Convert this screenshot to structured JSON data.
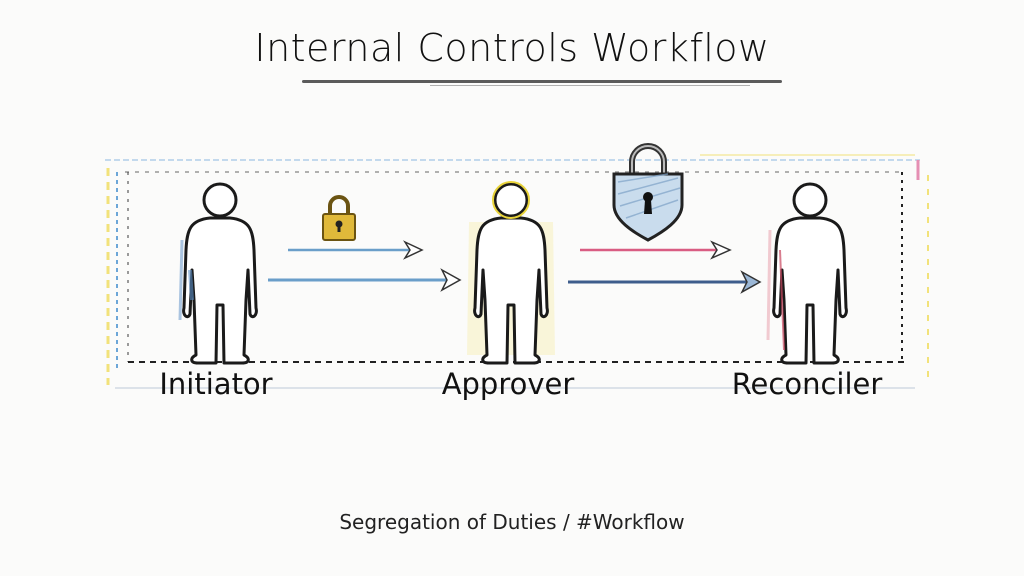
{
  "title": "Internal Controls Workflow",
  "caption": "Segregation of Duties / #Workflow",
  "roles": [
    {
      "label": "Initiator",
      "color": "#5b8fc7"
    },
    {
      "label": "Approver",
      "color": "#e8d33a"
    },
    {
      "label": "Reconciler",
      "color": "#c8475f"
    }
  ],
  "icons": {
    "small_lock": "padlock-gold",
    "shield_lock": "shield-padlock-blue"
  },
  "colors": {
    "outline": "#1a1a1a",
    "arrow_blue": "#6a9ec9",
    "arrow_pink": "#d95c82",
    "arrow_navy": "#3e5d8c",
    "box_blue": "#6ca6d8",
    "box_yellow": "#f2e27a",
    "box_pink": "#e58fb3"
  }
}
